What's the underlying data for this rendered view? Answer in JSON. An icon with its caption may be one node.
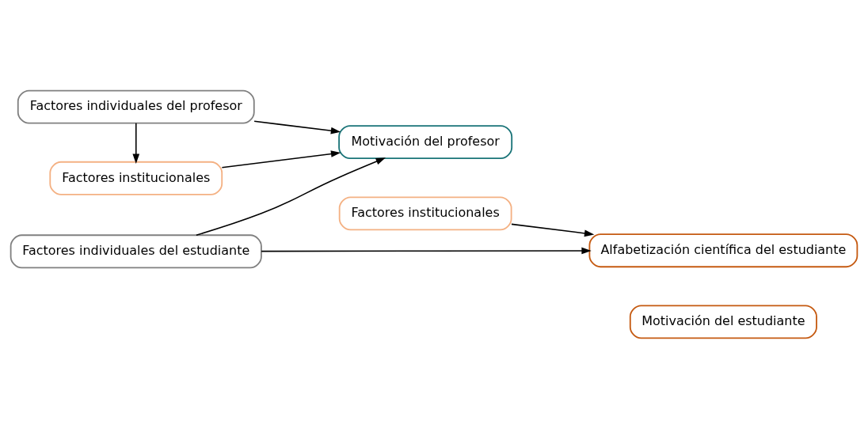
{
  "diagram": {
    "nodes": [
      {
        "text": [
          "Factores institucionales"
        ]
      },
      {
        "text": [
          "Factores individuales del profesor"
        ]
      },
      {
        "text": [
          "Factores institucionales"
        ]
      },
      {
        "text": [
          "Motivación del profesor"
        ]
      },
      {
        "text": [
          "Factores individuales del estudiante"
        ]
      },
      {
        "text": [
          "Alfabetización científica del estudiante"
        ]
      },
      {
        "text": [
          "Motivación del estudiante"
        ]
      }
    ],
    "edges": [
      {
        "from": 1,
        "to": 0,
        "arrow": "to"
      },
      {
        "from": 0,
        "to": 3,
        "arrow": "to"
      },
      {
        "from": 1,
        "to": 3,
        "arrow": "to"
      },
      {
        "from": 4,
        "to": 3,
        "arrow": "to"
      },
      {
        "from": 2,
        "to": 5,
        "arrow": "to"
      },
      {
        "from": 4,
        "to": 5,
        "arrow": "to"
      }
    ]
  }
}
